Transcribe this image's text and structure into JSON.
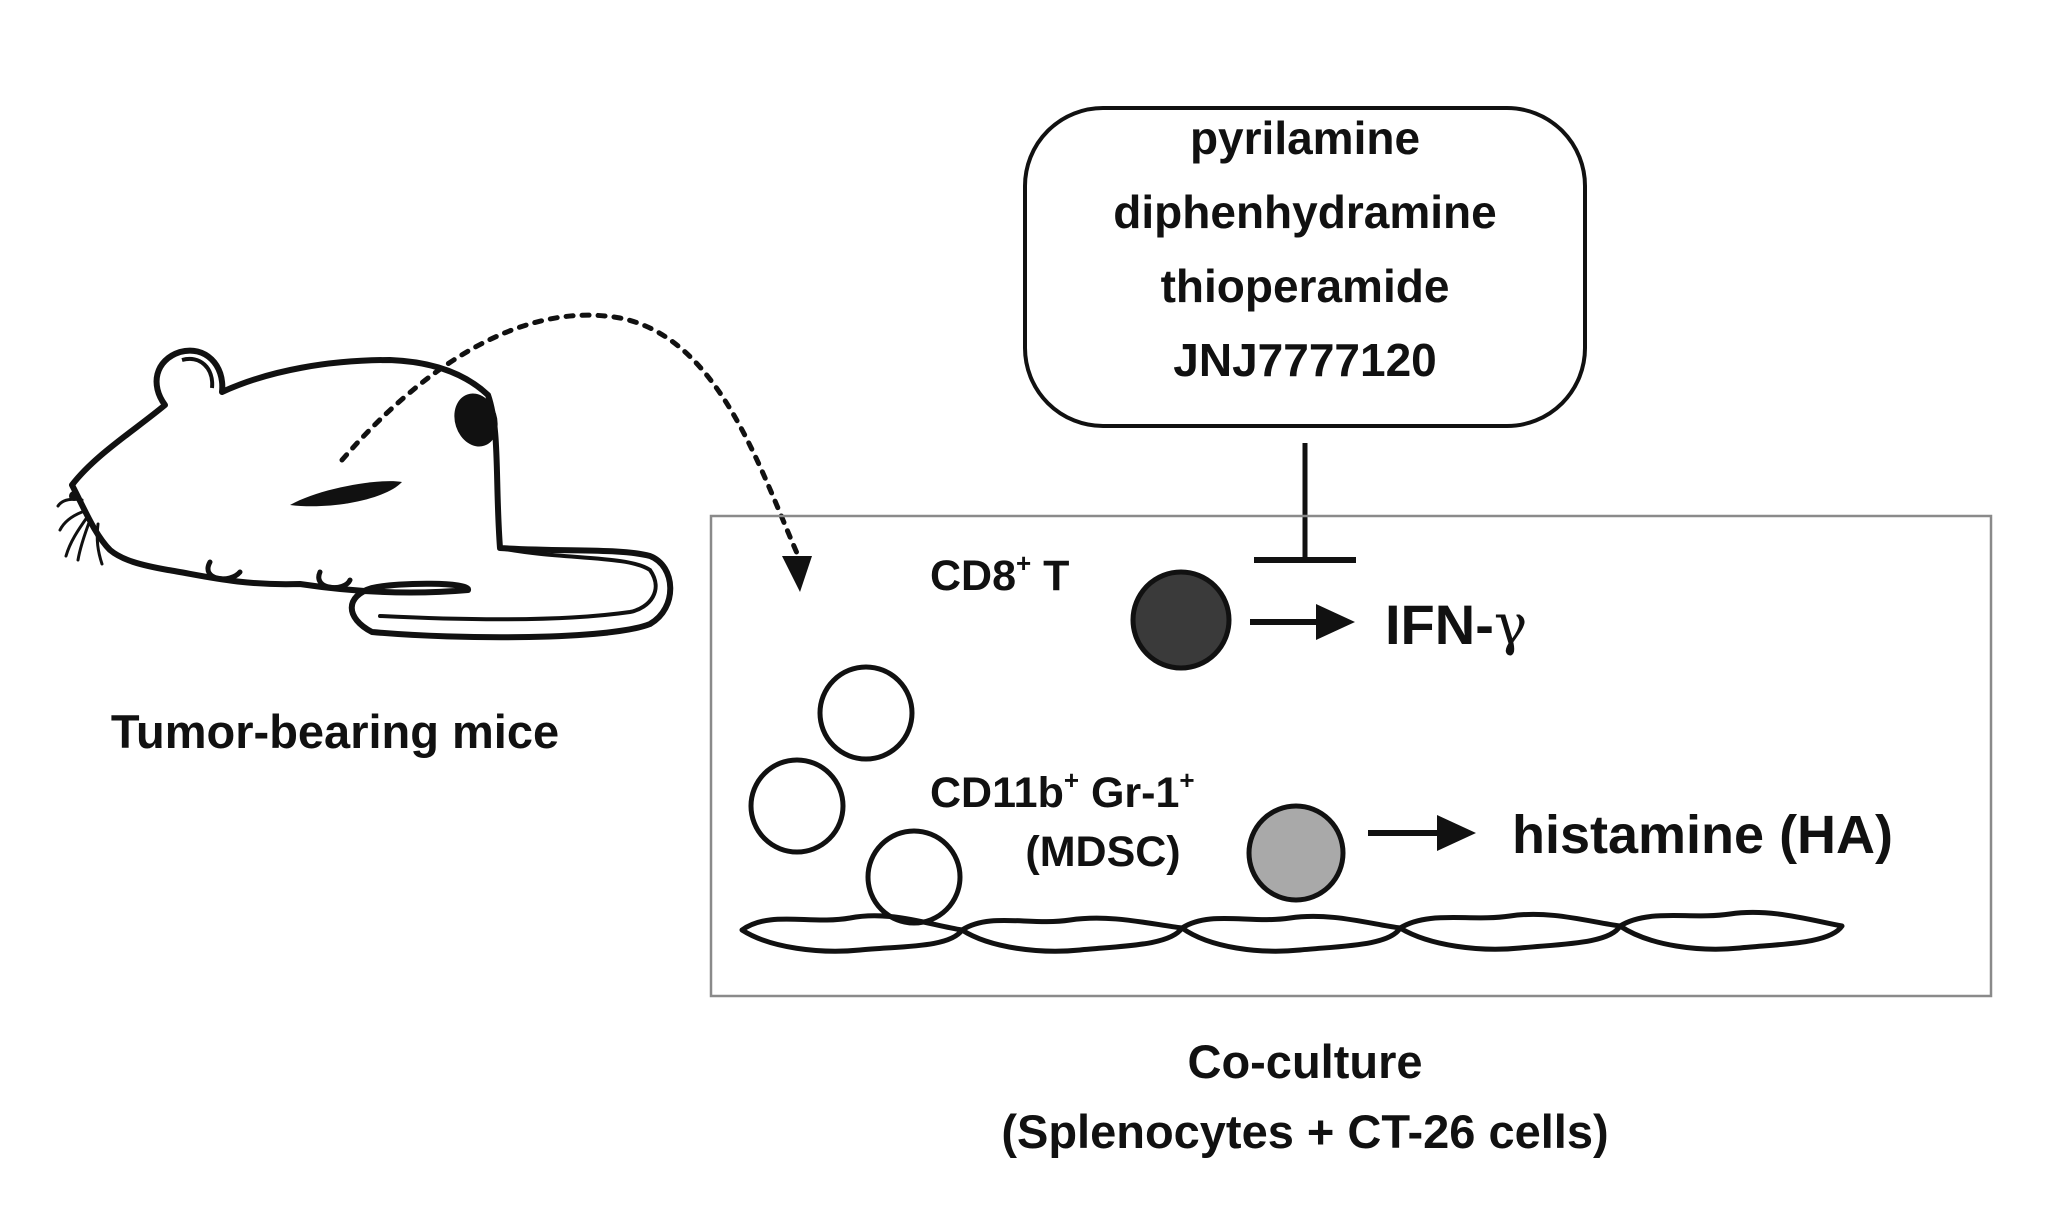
{
  "diagram": {
    "mouse_label": "Tumor-bearing mice",
    "drugs": [
      "pyrilamine",
      "diphenhydramine",
      "thioperamide",
      "JNJ7777120"
    ],
    "tcell": {
      "base": "CD8",
      "sup": "+",
      "suffix": " T",
      "color": "#3a3a3a"
    },
    "mdsc": {
      "line1_part1": "CD11b",
      "line1_sup1": "+",
      "line1_part2": " Gr-1",
      "line1_sup2": "+",
      "line2": "(MDSC)",
      "color": "#a9a9a9"
    },
    "ifn": {
      "base": "IFN-",
      "greek": "γ"
    },
    "histamine_label": "histamine (HA)",
    "coculture": {
      "line1": "Co-culture",
      "line2": "(Splenocytes + CT-26 cells)"
    },
    "colors": {
      "ink": "#111111",
      "panel_border": "#8a8a8a",
      "tcell_fill": "#3a3a3a",
      "mdsc_fill": "#a9a9a9"
    }
  }
}
